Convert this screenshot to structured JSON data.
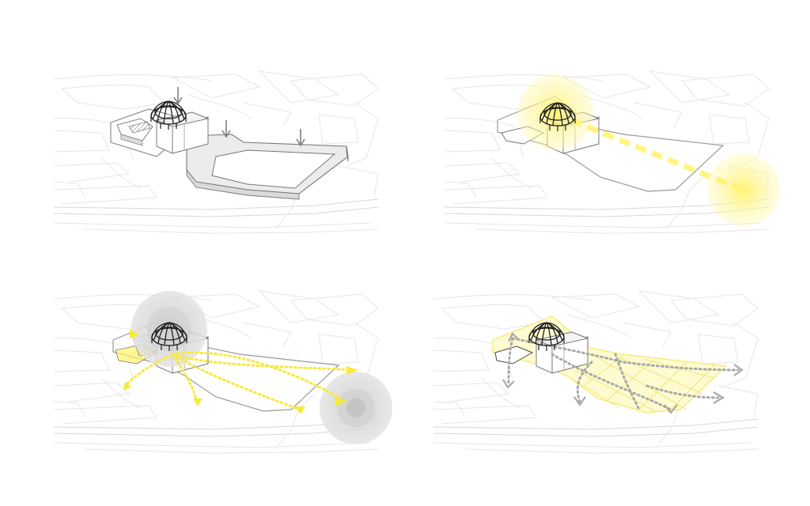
{
  "colors": {
    "background": "#ffffff",
    "map_lines": "#e6e6e6",
    "site_outline": "#9a9a9a",
    "highlight_yellow": "#fff36a",
    "soft_yellow": "#fff8a8",
    "flow_grey": "#a9a9a9",
    "node_grey": "#d6d6d6",
    "arrow_grey": "#7f7f7f",
    "pavilion_black": "#1c1c1c"
  },
  "panels": [
    {
      "id": "site-massing",
      "icons": [
        "down-arrow-icon",
        "down-arrow-icon",
        "down-arrow-icon"
      ]
    },
    {
      "id": "sun-axis",
      "icons": [
        "sun-glow-icon",
        "sun-glow-icon"
      ]
    },
    {
      "id": "circulation-nodes",
      "icons": [
        "node-circle-icon",
        "node-circle-icon",
        "flow-arrow-icon"
      ]
    },
    {
      "id": "landscape-grid",
      "icons": [
        "flow-arrow-icon"
      ]
    }
  ]
}
